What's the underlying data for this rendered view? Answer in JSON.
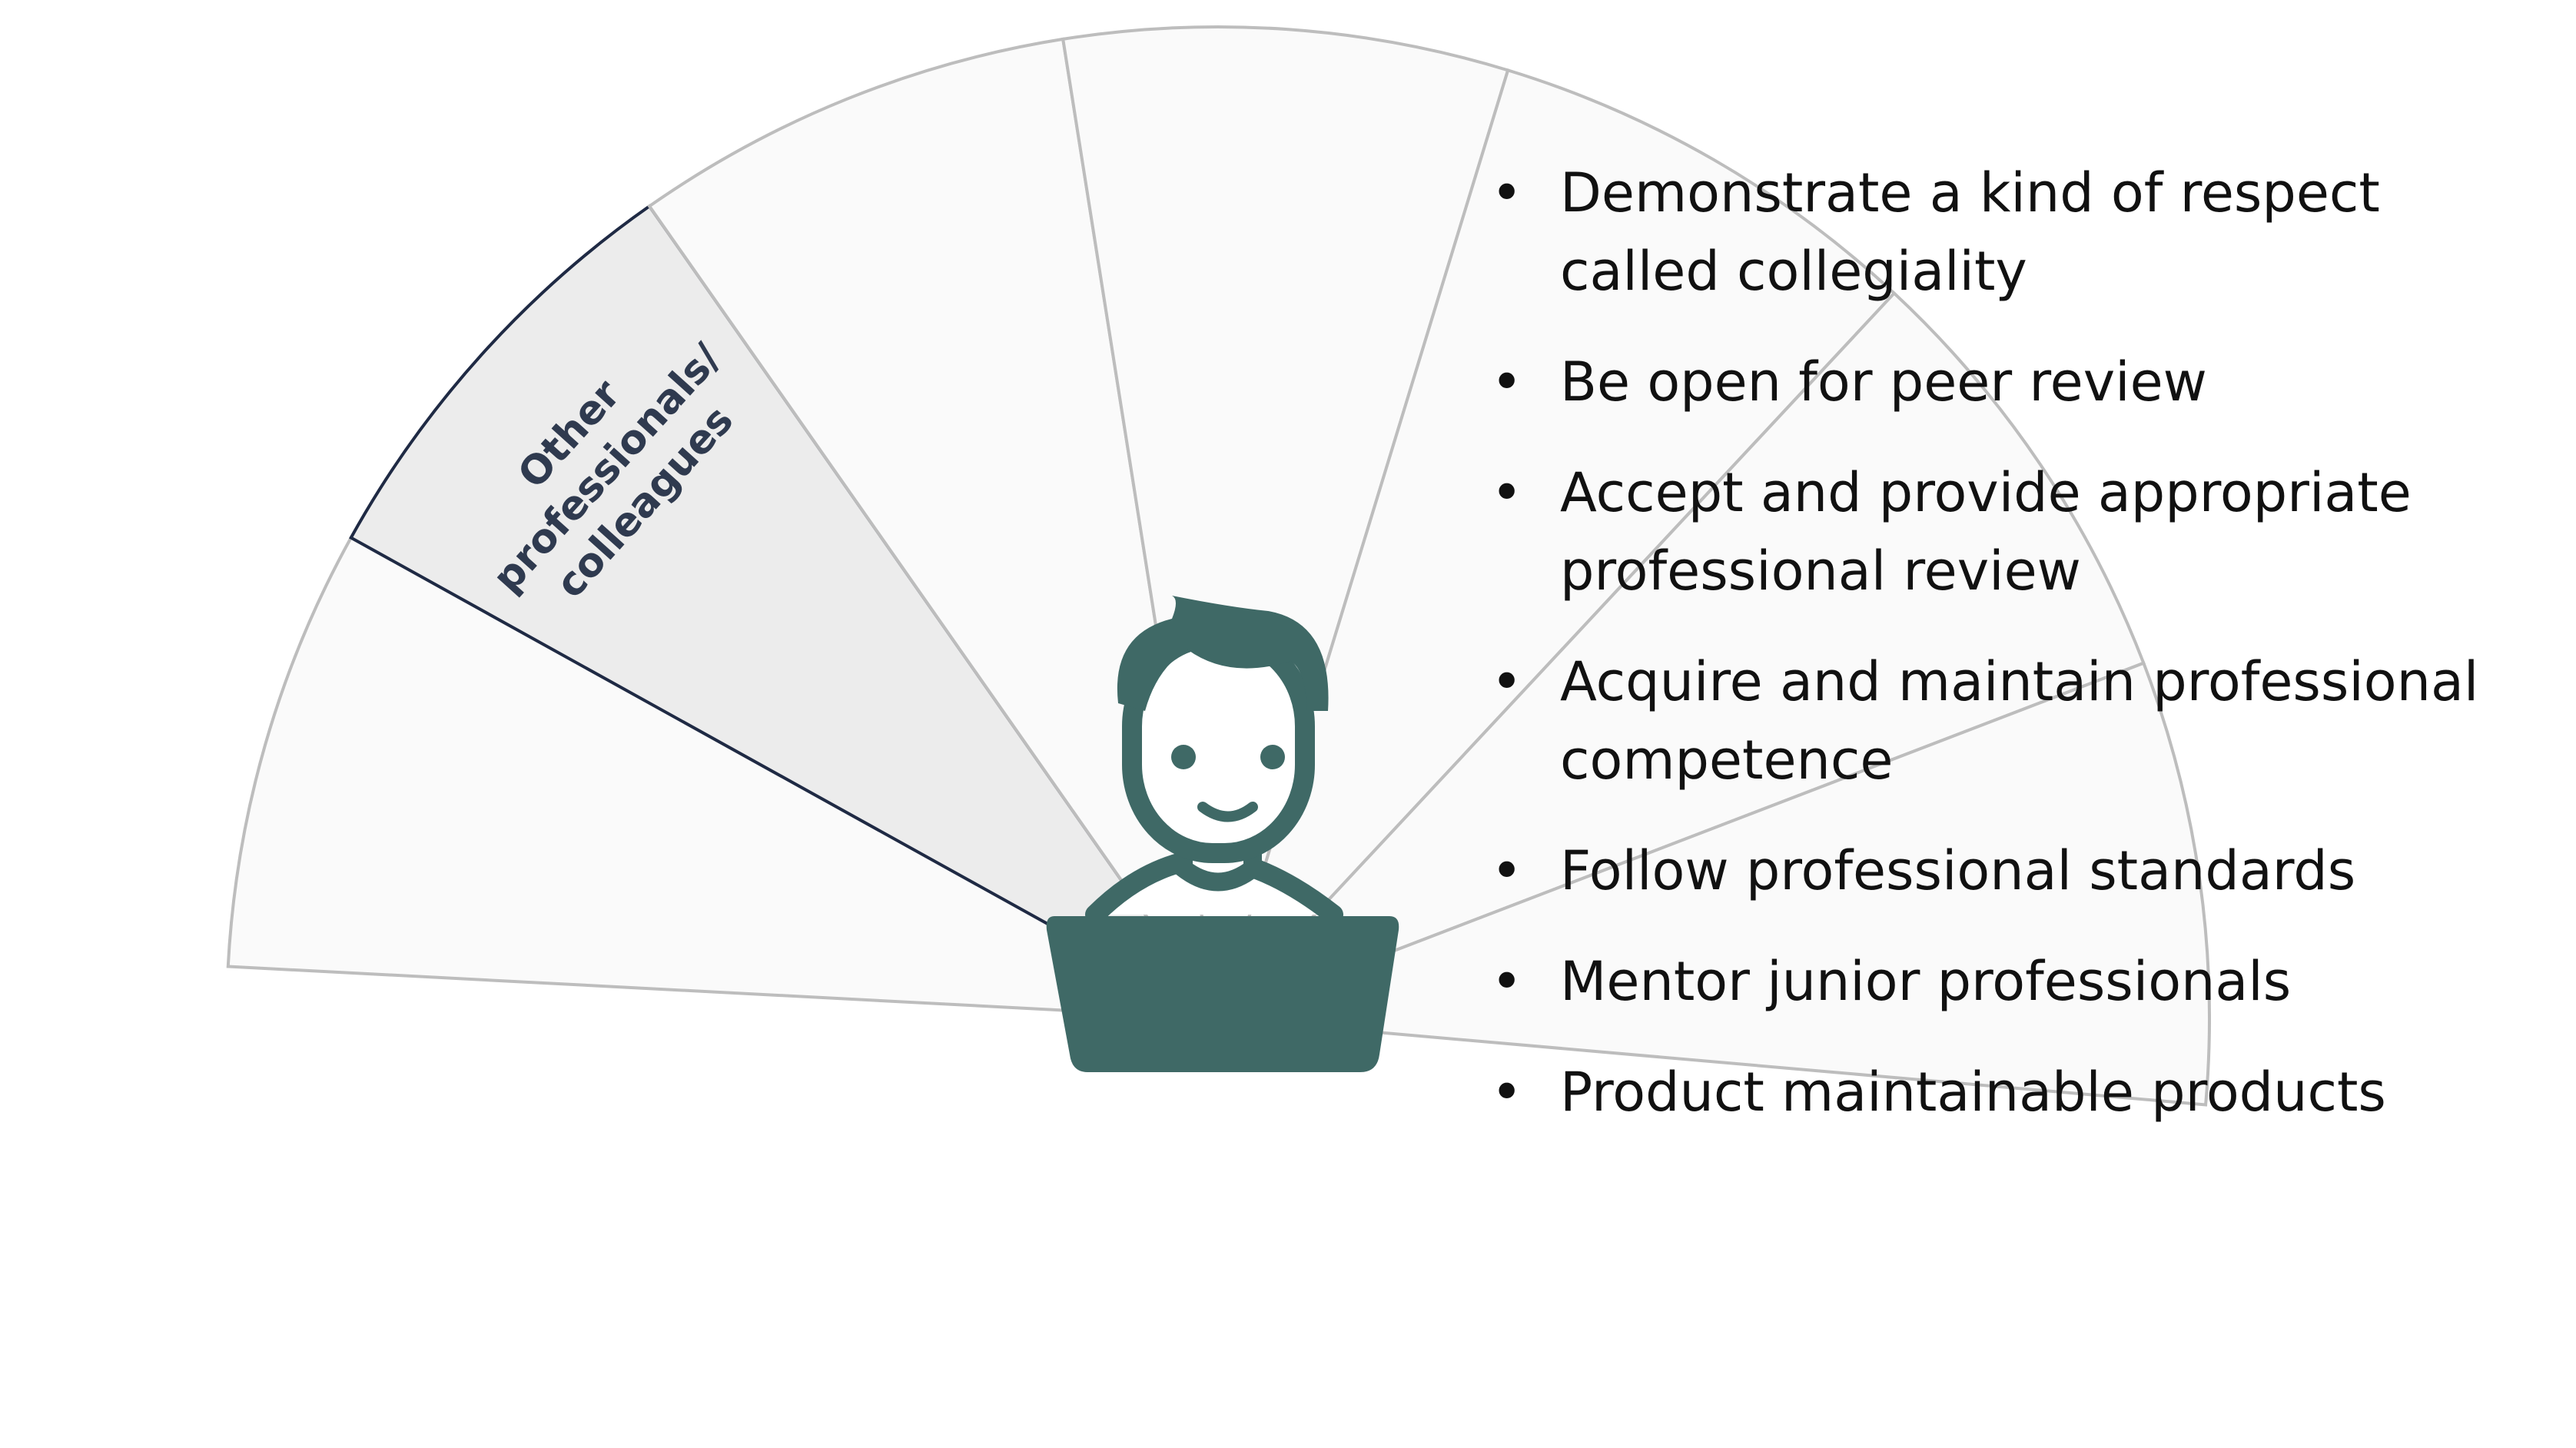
{
  "diagram": {
    "segments": [
      {
        "label_lines": [],
        "fill": "#fafafa",
        "active": false
      },
      {
        "label_lines": [
          "Other",
          "professionals/",
          "colleagues"
        ],
        "fill": "#ececec",
        "active": true
      },
      {
        "label_lines": [],
        "fill": "#fafafa",
        "active": false
      },
      {
        "label_lines": [],
        "fill": "#fafafa",
        "active": false
      },
      {
        "label_lines": [],
        "fill": "#fafafa",
        "active": false
      },
      {
        "label_lines": [],
        "fill": "#fafafa",
        "active": false
      },
      {
        "label_lines": [],
        "fill": "#fafafa",
        "active": false
      }
    ],
    "figure": {
      "icon": "person-at-laptop-icon",
      "color": "#3f6966"
    }
  },
  "bullets": [
    "Demonstrate a kind of respect called collegiality",
    "Be open for peer review",
    "Accept and provide appropriate professional review",
    "Acquire and maintain professional competence",
    "Follow professional standards",
    "Mentor junior professionals",
    "Product maintainable products"
  ]
}
